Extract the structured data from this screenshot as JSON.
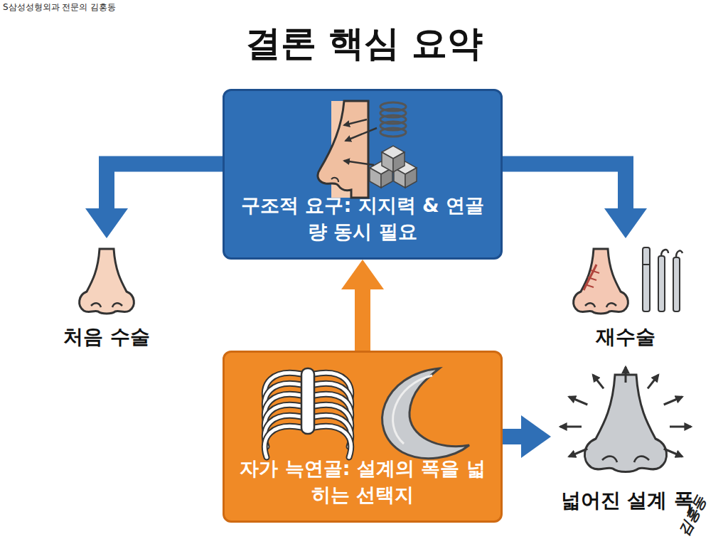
{
  "diagram": {
    "title": "결론 핵심 요약",
    "nodes": [
      {
        "text": [
          "구조적 요구: 지지력 & 연골량 동시 필요"
        ]
      },
      {
        "text": [
          "처음 수술"
        ]
      },
      {
        "text": [
          "재수술"
        ]
      },
      {
        "text": [
          "자가 늑연골: 설계의 폭을 넓히는 선택지"
        ]
      },
      {
        "text": [
          "넓어진 설계 폭"
        ]
      }
    ],
    "edges": [
      {
        "from": 0,
        "to": 1,
        "arrow": "to"
      },
      {
        "from": 0,
        "to": 2,
        "arrow": "to"
      },
      {
        "from": 3,
        "to": 0,
        "arrow": "to"
      },
      {
        "from": 3,
        "to": 4,
        "arrow": "to"
      }
    ],
    "labels": [
      "S삼성성형외과 전문의 김홍동",
      "김홍동"
    ]
  }
}
